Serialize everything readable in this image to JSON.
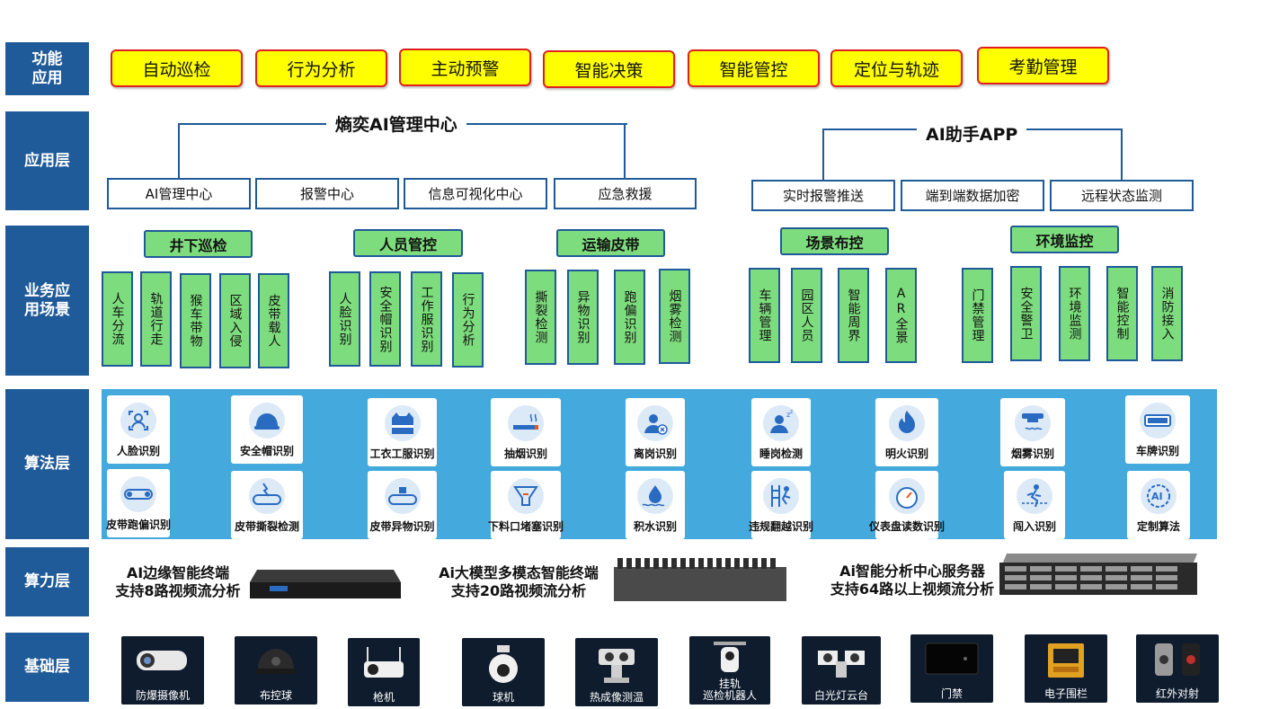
{
  "layers": {
    "func": "功能\n应用",
    "app": "应用层",
    "biz": "业务应\n用场景",
    "algo": "算法层",
    "compute": "算力层",
    "base": "基础层"
  },
  "functions": [
    "自动巡检",
    "行为分析",
    "主动预警",
    "智能决策",
    "智能管控",
    "定位与轨迹",
    "考勤管理"
  ],
  "app": {
    "left_title": "熵奕AI管理中心",
    "left_items": [
      "AI管理中心",
      "报警中心",
      "信息可视化中心",
      "应急救援"
    ],
    "right_title": "AI助手APP",
    "right_items": [
      "实时报警推送",
      "端到端数据加密",
      "远程状态监测"
    ]
  },
  "scenes": [
    {
      "name": "井下巡检",
      "items": [
        "人车分流",
        "轨道行走",
        "猴车带物",
        "区域入侵",
        "皮带载人"
      ]
    },
    {
      "name": "人员管控",
      "items": [
        "人脸识别",
        "安全帽识别",
        "工作服识别",
        "行为分析"
      ]
    },
    {
      "name": "运输皮带",
      "items": [
        "撕裂检测",
        "异物识别",
        "跑偏识别",
        "烟雾检测"
      ]
    },
    {
      "name": "场景布控",
      "items": [
        "车辆管理",
        "园区人员",
        "智能周界",
        "AR全景"
      ]
    },
    {
      "name": "环境监控",
      "items": [
        "门禁管理",
        "安全警卫",
        "环境监测",
        "智能控制",
        "消防接入"
      ]
    }
  ],
  "algorithms": [
    {
      "name": "人脸识别",
      "icon": "face-scan-icon"
    },
    {
      "name": "安全帽识别",
      "icon": "helmet-icon"
    },
    {
      "name": "工衣工服识别",
      "icon": "vest-icon"
    },
    {
      "name": "抽烟识别",
      "icon": "cigarette-icon"
    },
    {
      "name": "离岗识别",
      "icon": "person-leave-icon"
    },
    {
      "name": "睡岗检测",
      "icon": "person-sleep-icon"
    },
    {
      "name": "明火识别",
      "icon": "flame-icon"
    },
    {
      "name": "烟雾识别",
      "icon": "smoke-detector-icon"
    },
    {
      "name": "车牌识别",
      "icon": "license-plate-icon"
    },
    {
      "name": "皮带跑偏识别",
      "icon": "belt-deviation-icon"
    },
    {
      "name": "皮带撕裂检测",
      "icon": "belt-tear-icon"
    },
    {
      "name": "皮带异物识别",
      "icon": "belt-foreign-icon"
    },
    {
      "name": "下料口堵塞识别",
      "icon": "hopper-block-icon"
    },
    {
      "name": "积水识别",
      "icon": "water-icon"
    },
    {
      "name": "违规翻越识别",
      "icon": "climb-icon"
    },
    {
      "name": "仪表盘读数识别",
      "icon": "gauge-icon"
    },
    {
      "name": "闯入识别",
      "icon": "intrusion-icon"
    },
    {
      "name": "定制算法",
      "icon": "ai-custom-icon"
    }
  ],
  "compute": [
    {
      "line1": "AI边缘智能终端",
      "line2": "支持8路视频流分析"
    },
    {
      "line1": "Ai大模型多模态智能终端",
      "line2": "支持20路视频流分析"
    },
    {
      "line1": "Ai智能分析中心服务器",
      "line2": "支持64路以上视频流分析"
    }
  ],
  "base": [
    {
      "name": "防爆摄像机",
      "icon": "explosion-proof-camera-icon"
    },
    {
      "name": "布控球",
      "icon": "dome-ball-icon"
    },
    {
      "name": "枪机",
      "icon": "bullet-camera-icon"
    },
    {
      "name": "球机",
      "icon": "ptz-camera-icon"
    },
    {
      "name": "热成像测温",
      "icon": "thermal-camera-icon"
    },
    {
      "name": "挂轨\n巡检机器人",
      "icon": "rail-robot-icon"
    },
    {
      "name": "白光灯云台",
      "icon": "light-ptz-icon"
    },
    {
      "name": "门禁",
      "icon": "access-control-icon"
    },
    {
      "name": "电子围栏",
      "icon": "electronic-fence-icon"
    },
    {
      "name": "红外对射",
      "icon": "infrared-beam-icon"
    }
  ],
  "colors": {
    "layer": "#1f5a99",
    "func_fill": "#ffff00",
    "func_border": "#e02020",
    "scene": "#7ddc7d",
    "algo_bg": "#44aadd"
  }
}
